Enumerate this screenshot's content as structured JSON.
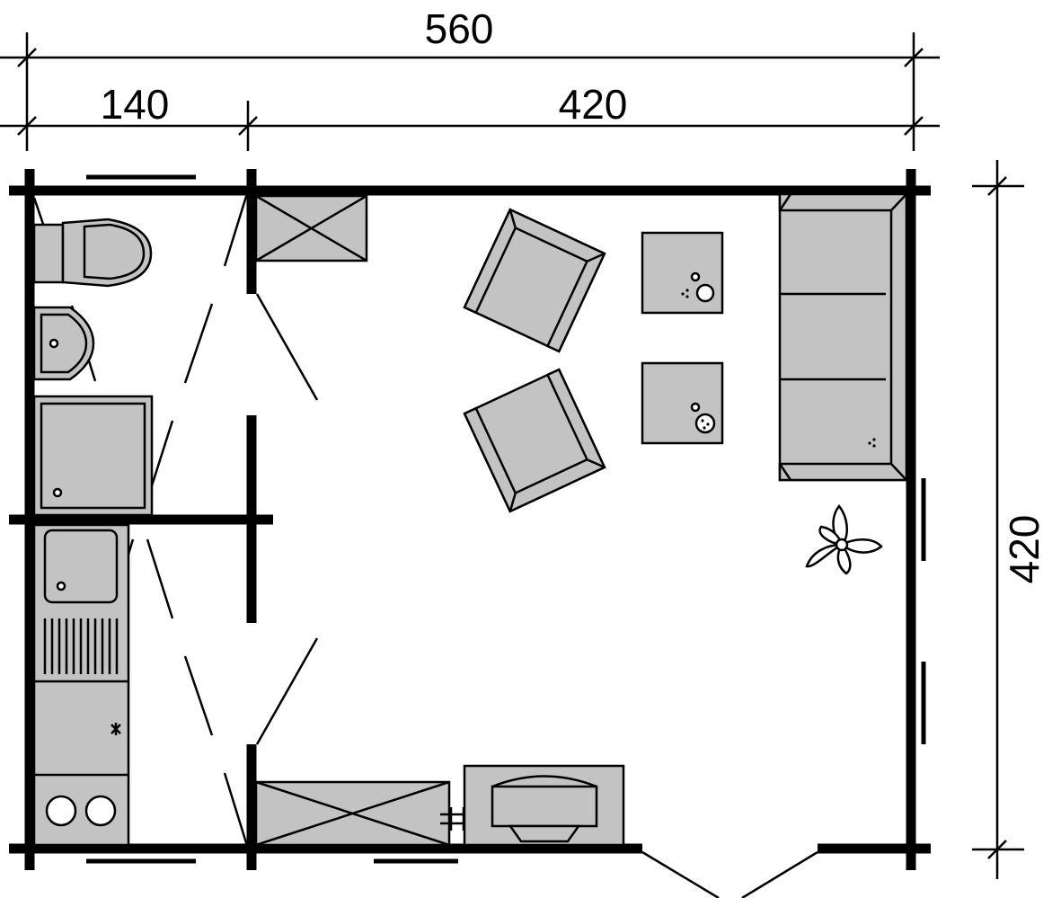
{
  "dimensions": {
    "total_width": "560",
    "left_width": "140",
    "right_width": "420",
    "depth": "420"
  },
  "colors": {
    "furniture": "#c3c3c3",
    "lines": "#000000",
    "background": "#ffffff"
  }
}
